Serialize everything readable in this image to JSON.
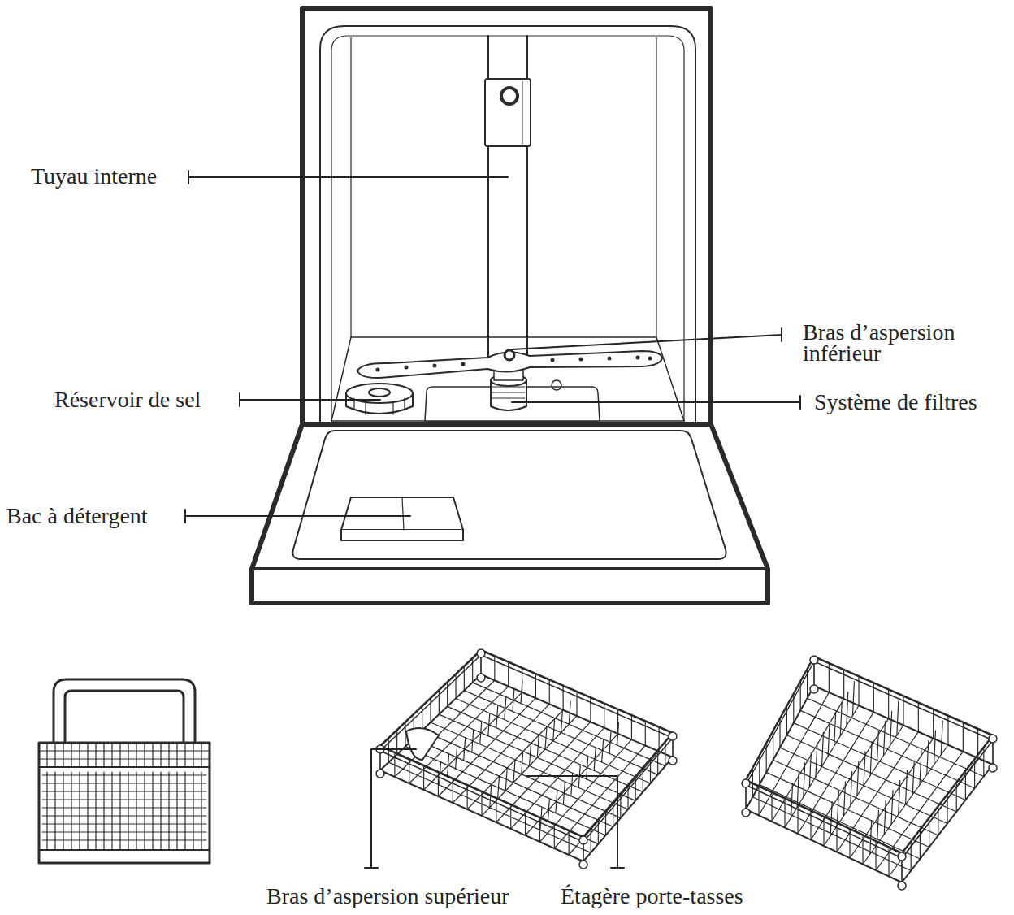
{
  "diagram": {
    "labels": [
      "Tuyau interne",
      "Bras d’aspersion inférieur",
      "Réservoir de sel",
      "Système de filtres",
      "Bac à détergent",
      "Bras d’aspersion supérieur",
      "Étagère porte-tasses"
    ]
  }
}
